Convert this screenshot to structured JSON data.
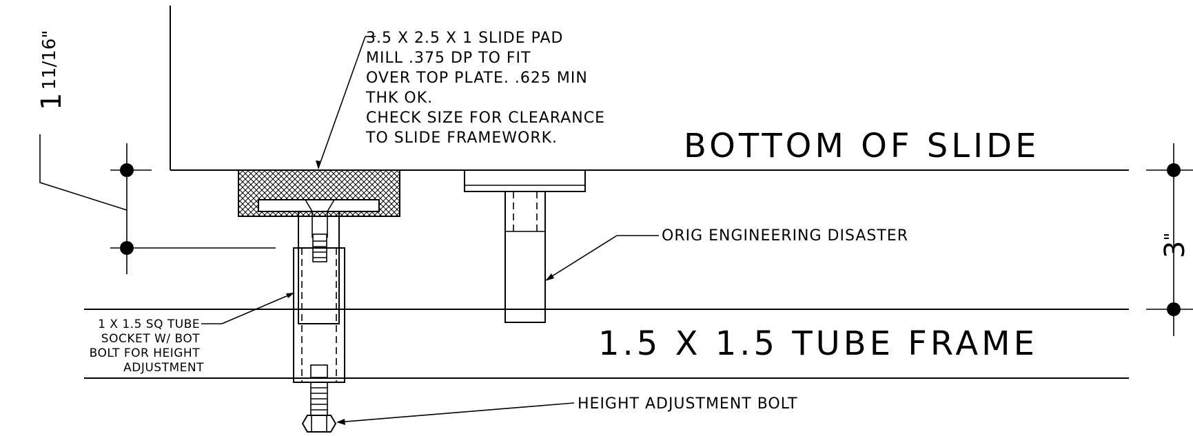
{
  "labels": {
    "bottom_of_slide": "BOTTOM OF SLIDE",
    "tube_frame": "1.5 X 1.5 TUBE FRAME",
    "orig": "ORIG ENGINEERING DISASTER",
    "height_bolt": "HEIGHT ADJUSTMENT BOLT"
  },
  "pad_note": [
    "3.5 X 2.5 X 1 SLIDE PAD",
    "MILL .375 DP TO FIT",
    "OVER TOP PLATE. .625 MIN",
    "THK OK.",
    "CHECK SIZE FOR CLEARANCE",
    "TO SLIDE FRAMEWORK."
  ],
  "socket_note": [
    "1 X 1.5 SQ TUBE",
    "SOCKET W/ BOT",
    "BOLT FOR HEIGHT",
    "ADJUSTMENT"
  ],
  "dimensions": {
    "left": "1 11/16\"",
    "left_whole": "1",
    "left_num": "11",
    "left_den": "16",
    "left_inch": "\"",
    "right": "3\"",
    "right_whole": "3",
    "right_inch": "\""
  }
}
